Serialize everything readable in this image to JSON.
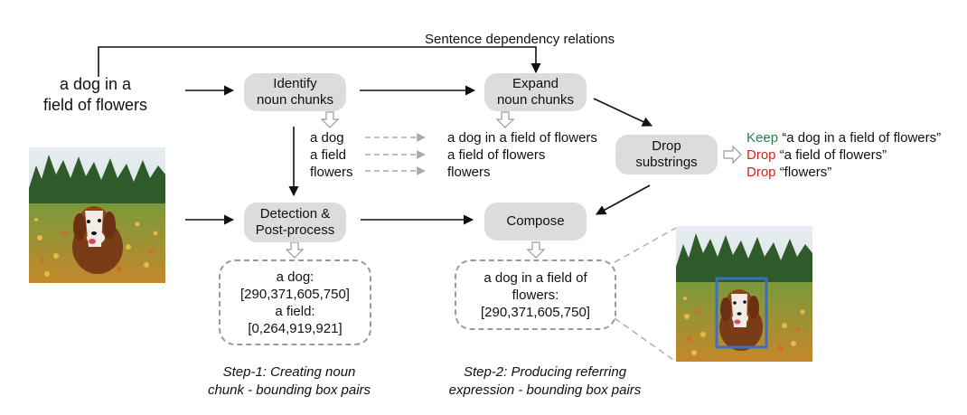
{
  "input_caption": [
    "a dog in a",
    "field of flowers"
  ],
  "dependency_label": "Sentence dependency relations",
  "nodes": {
    "identify": [
      "Identify",
      "noun chunks"
    ],
    "expand": [
      "Expand",
      "noun chunks"
    ],
    "drop": [
      "Drop",
      "substrings"
    ],
    "detect": [
      "Detection &",
      "Post-process"
    ],
    "compose": "Compose"
  },
  "noun_chunks": [
    "a dog",
    "a field",
    "flowers"
  ],
  "expanded_chunks": [
    "a dog in a field of flowers",
    "a field of flowers",
    "flowers"
  ],
  "results": [
    {
      "action": "Keep",
      "text": "“a dog in a field of flowers”"
    },
    {
      "action": "Drop",
      "text": "“a field of flowers”"
    },
    {
      "action": "Drop",
      "text": "“flowers”"
    }
  ],
  "detections": [
    "a dog:",
    "[290,371,605,750]",
    "a field:",
    "[0,264,919,921]"
  ],
  "composed": [
    "a dog in a field of",
    "flowers:",
    "[290,371,605,750]"
  ],
  "step1": [
    "Step-1: Creating noun",
    "chunk - bounding box pairs"
  ],
  "step2": [
    "Step-2: Producing referring",
    "expression - bounding box pairs"
  ],
  "colors": {
    "keep": "#2e7d4f",
    "drop": "#e0201b",
    "bbox": "#3a6fc4",
    "node_fill": "#dcdcdc"
  }
}
